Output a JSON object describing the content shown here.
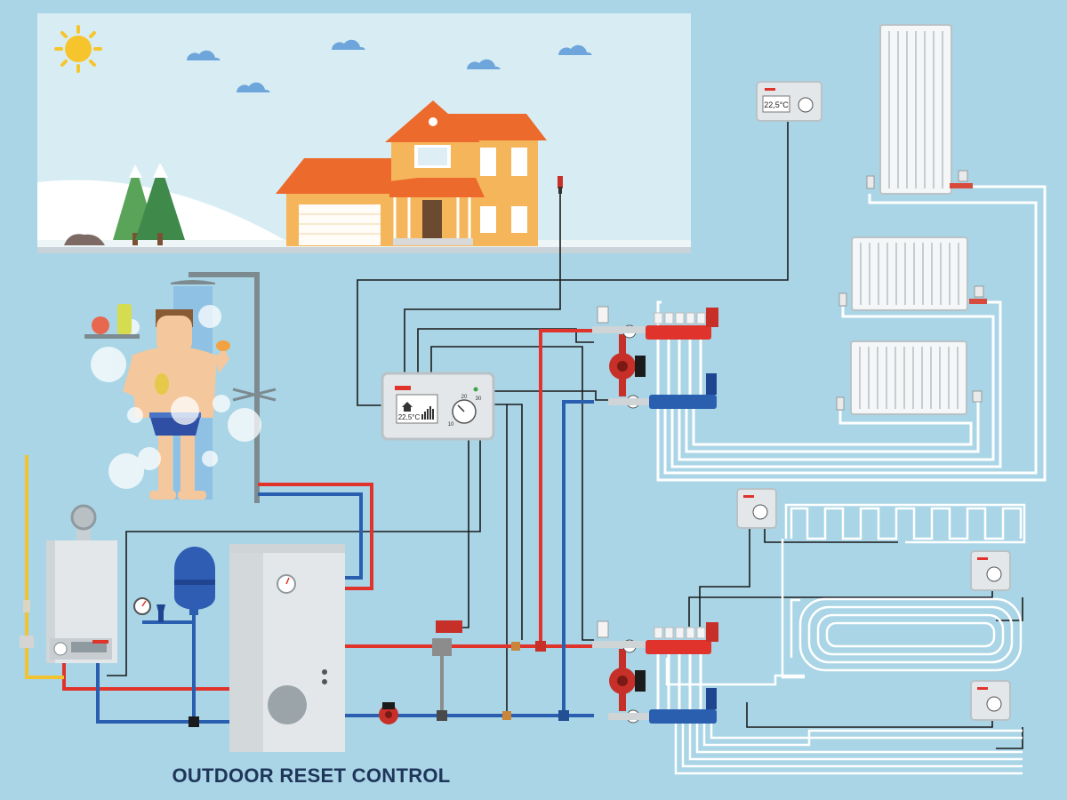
{
  "caption": "OUTDOOR RESET CONTROL",
  "controller": {
    "temperature": "22,5°C",
    "dial_min": "10",
    "dial_max": "30",
    "dial_mid": "20"
  },
  "room_thermostat": {
    "temperature": "22,5°C"
  },
  "colors": {
    "background": "#a9d5e6",
    "hot_pipe": "#e0332b",
    "cold_pipe": "#2a5fb0",
    "gas_pipe": "#f2c230",
    "wire": "#1b1b1b",
    "radiant_loop": "#ffffff",
    "roof": "#ec6a2b",
    "house_wall": "#f5b55a",
    "caption_text": "#1f3559"
  },
  "icons": [
    "sun-icon",
    "cloud-icon",
    "house-icon",
    "tree-icon",
    "shower-icon",
    "radiator-icon",
    "thermostat-icon",
    "circulation-pump-icon",
    "manifold-icon",
    "boiler-icon",
    "expansion-tank-icon",
    "storage-tank-icon",
    "outdoor-sensor-icon",
    "pressure-gauge-icon"
  ]
}
